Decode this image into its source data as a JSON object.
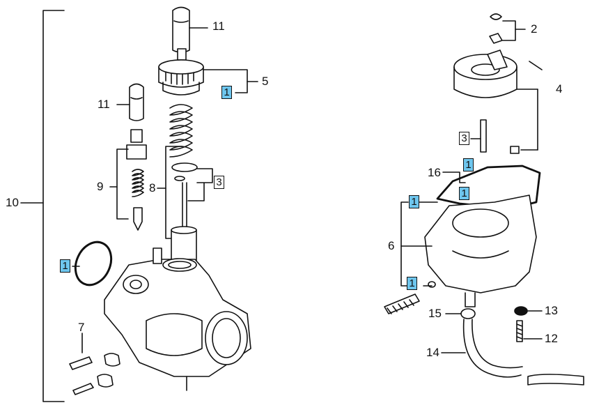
{
  "diagram": {
    "part_labels": {
      "p10": "10",
      "p11a": "11",
      "p11b": "11",
      "p5": "5",
      "p9": "9",
      "p8": "8",
      "p7": "7",
      "p2": "2",
      "p4": "4",
      "p16": "16",
      "p6": "6",
      "p15": "15",
      "p14": "14",
      "p13": "13",
      "p12": "12"
    },
    "callout_boxes": {
      "kit1_cap": "1",
      "kit1_oring": "1",
      "kit3_needle": "3",
      "kit3_float_valve": "3",
      "kit1_gasket": "1",
      "kit1_jet": "1",
      "kit1_float_gasket": "1",
      "kit1_drain_screw": "1"
    },
    "colors": {
      "line": "#111111",
      "callout_fill": "#6ec6ee",
      "background": "#ffffff"
    }
  }
}
